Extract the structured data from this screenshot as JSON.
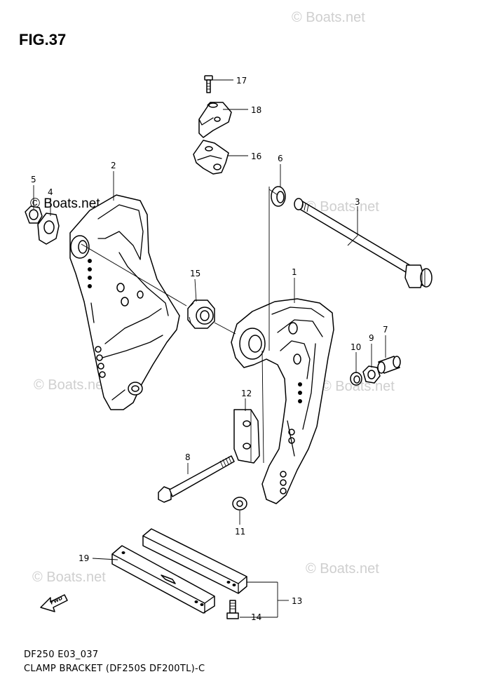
{
  "figure": {
    "title": "FIG.37",
    "caption_line1": "DF250 E03_037",
    "caption_line2": "CLAMP BRACKET (DF250S DF200TL)-C"
  },
  "watermark": {
    "text": "© Boats.net"
  },
  "fwd_label": "FWD",
  "callouts": [
    "1",
    "2",
    "3",
    "4",
    "5",
    "6",
    "7",
    "8",
    "9",
    "10",
    "11",
    "12",
    "13",
    "14",
    "15",
    "16",
    "17",
    "18",
    "19"
  ]
}
